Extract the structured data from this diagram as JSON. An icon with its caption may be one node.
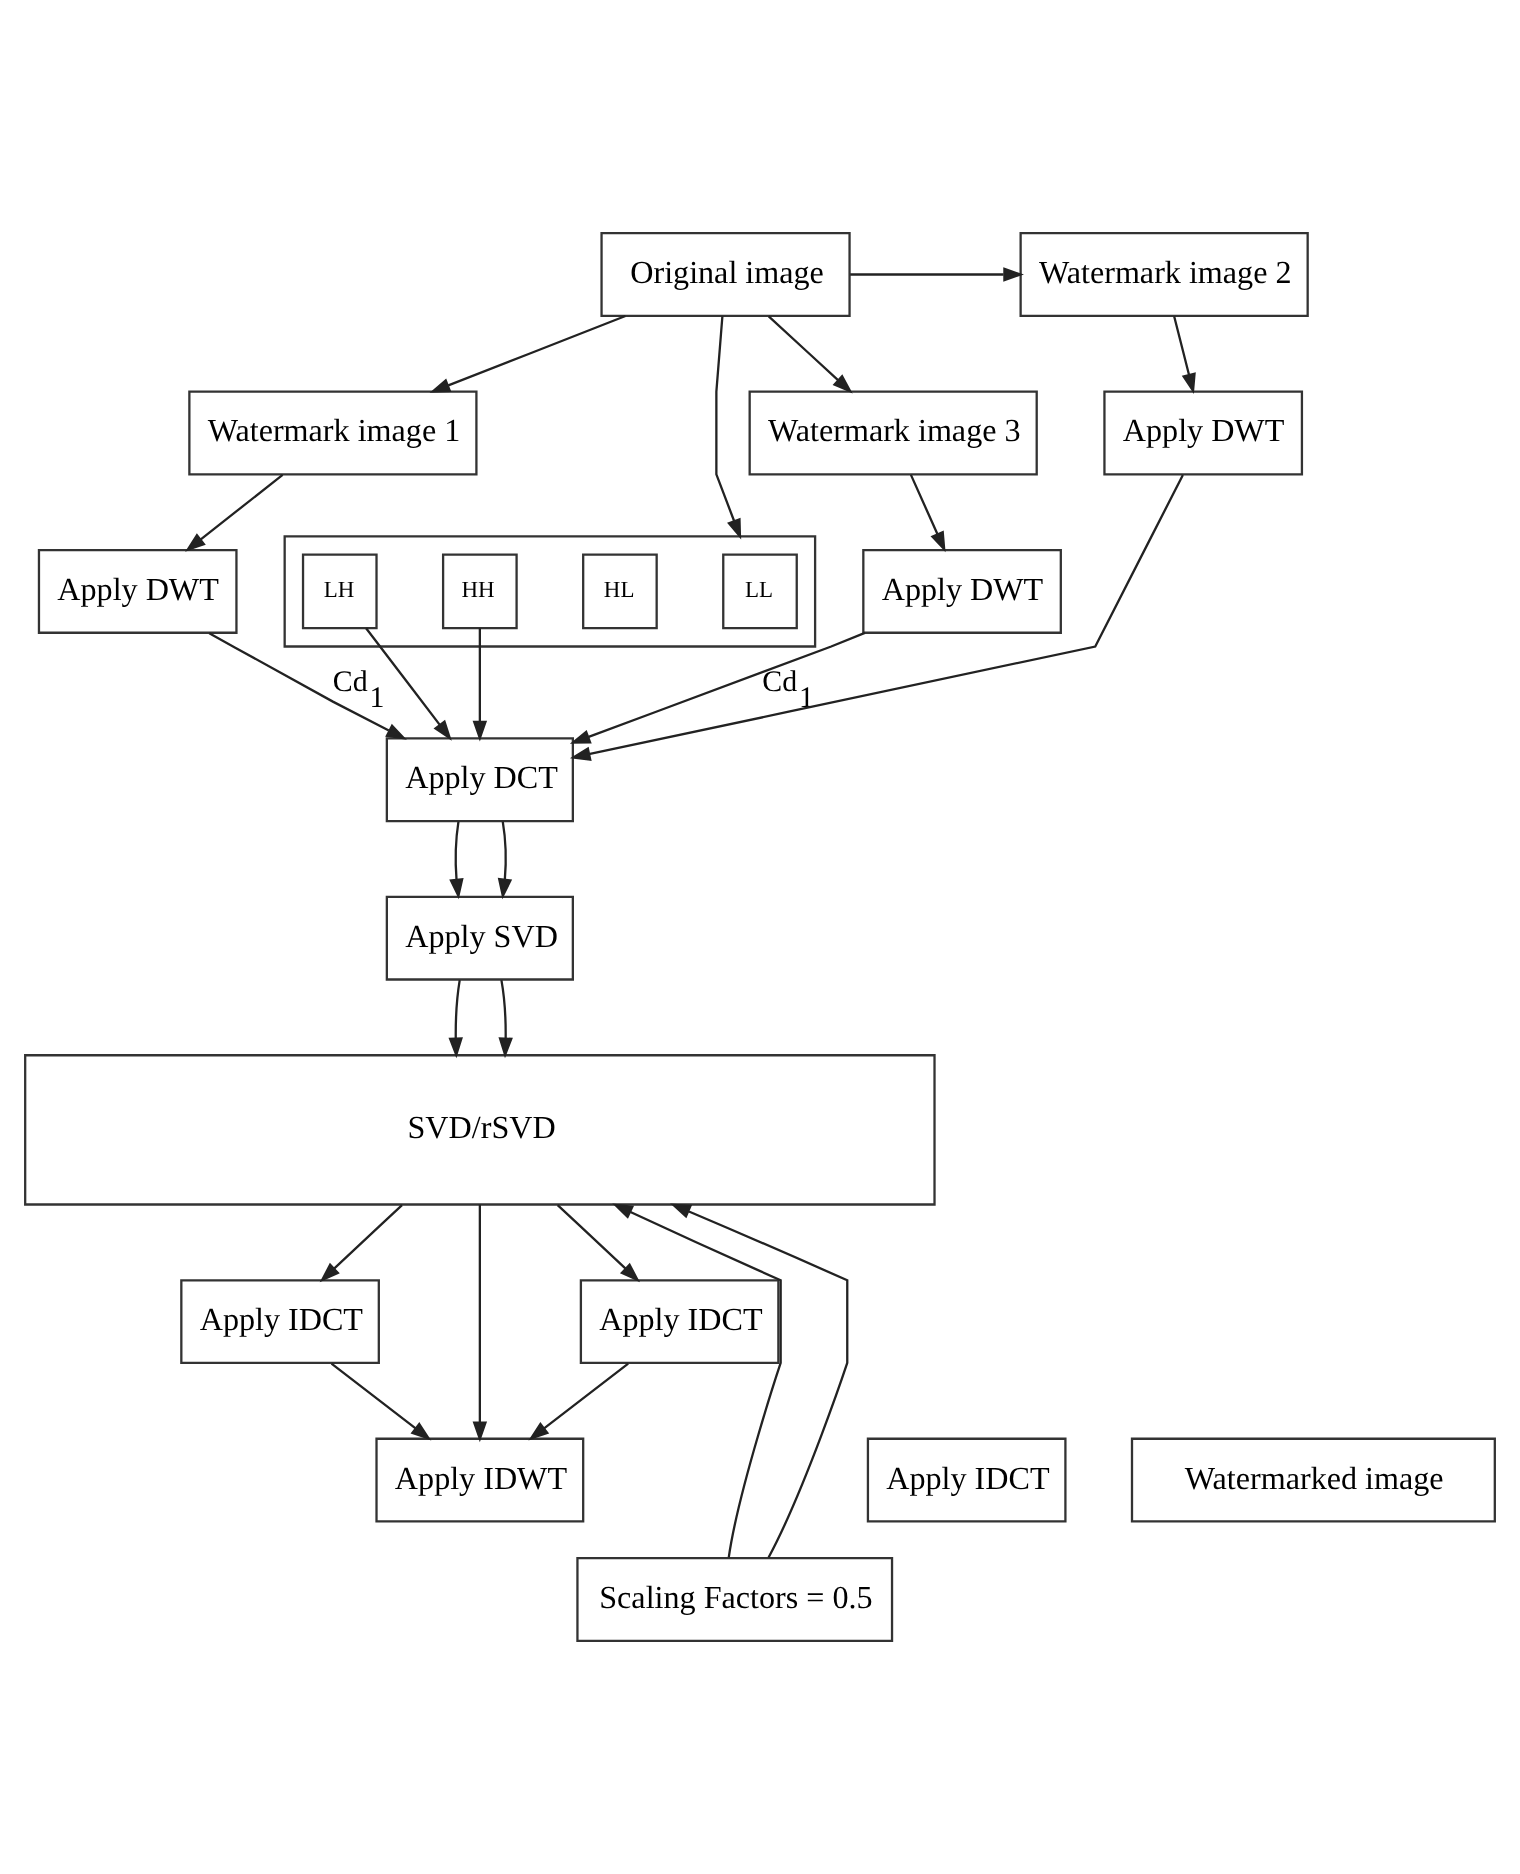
{
  "diagram": {
    "nodes": [
      {
        "text": [
          "Watermark image 1"
        ]
      },
      {
        "text": [
          "Original image"
        ]
      },
      {
        "text": [
          "Watermark image 2"
        ]
      },
      {
        "text": [
          "Apply DWT"
        ]
      },
      {
        "text": [],
        "shape": "box"
      },
      {
        "text": [
          "LL"
        ],
        "in": 4
      },
      {
        "text": [
          "HL"
        ],
        "in": 4
      },
      {
        "text": [
          "LH"
        ],
        "in": 4
      },
      {
        "text": [
          "HH"
        ],
        "in": 4
      },
      {
        "text": [
          "Watermark image 3"
        ]
      },
      {
        "text": [
          "Apply DWT"
        ]
      },
      {
        "text": [
          "Apply DCT"
        ]
      },
      {
        "text": [
          "Apply DWT"
        ]
      },
      {
        "text": [
          "Apply SVD"
        ]
      },
      {
        "text": [
          "SVD/rSVD"
        ]
      },
      {
        "text": [
          "Apply IDCT"
        ]
      },
      {
        "text": [
          "Apply IDCT"
        ]
      },
      {
        "text": [
          "Apply IDWT"
        ]
      },
      {
        "text": [
          "Apply IDCT"
        ]
      },
      {
        "text": [
          "Watermarked image"
        ]
      },
      {
        "text": [
          "Scaling Factors = 0.5"
        ]
      }
    ],
    "edges": [
      {
        "from": 1,
        "to": 0,
        "arrow": "to"
      },
      {
        "from": 1,
        "to": 2,
        "arrow": "to"
      },
      {
        "from": 0,
        "to": 3,
        "arrow": "to"
      },
      {
        "from": 1,
        "to": 4,
        "arrow": "to"
      },
      {
        "from": 1,
        "to": 9,
        "arrow": "to"
      },
      {
        "from": 3,
        "to": 11,
        "arrow": "to",
        "label": "Cd$_{1}$"
      },
      {
        "from": 7,
        "to": 11,
        "arrow": "to"
      },
      {
        "from": 8,
        "to": 11,
        "arrow": "to"
      },
      {
        "from": 9,
        "to": 10,
        "arrow": "to"
      },
      {
        "from": 10,
        "to": 11,
        "arrow": "to",
        "label": "Cd$_{1}$"
      },
      {
        "from": 2,
        "to": 12,
        "arrow": "to"
      },
      {
        "from": 12,
        "to": 11,
        "arrow": "to"
      },
      {
        "from": 11,
        "to": 13,
        "arrow": "to"
      },
      {
        "from": 11,
        "to": 13,
        "arrow": "to"
      },
      {
        "from": 13,
        "to": 14,
        "arrow": "to"
      },
      {
        "from": 13,
        "to": 14,
        "arrow": "to"
      },
      {
        "from": 14,
        "to": 16,
        "arrow": "to"
      },
      {
        "from": 14,
        "to": 17,
        "arrow": "to"
      },
      {
        "from": 14,
        "to": 18,
        "arrow": "to"
      },
      {
        "from": 16,
        "to": 17,
        "arrow": "to"
      },
      {
        "from": 18,
        "to": 17,
        "arrow": "to"
      },
      {
        "from": 20,
        "to": 14,
        "arrow": "to"
      },
      {
        "from": 20,
        "to": 14,
        "arrow": "to"
      }
    ]
  }
}
